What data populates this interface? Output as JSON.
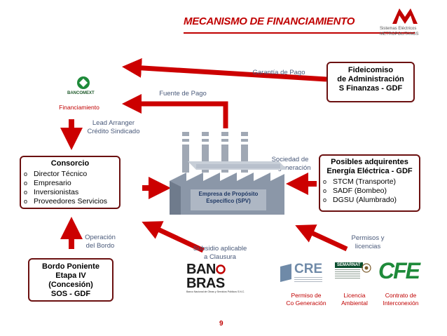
{
  "title": "MECANISMO DE FINANCIAMIENTO",
  "brand": {
    "line1": "Sistemas Eléctricos",
    "line2": "METROPOLITANOS",
    "color": "#c00000"
  },
  "bancomext": {
    "logo_text": "BANCOMEXT",
    "caption": "Financiamiento"
  },
  "lead_arranger": {
    "line1": "Lead Arranger",
    "line2": "Crédito Sindicado"
  },
  "consorcio": {
    "title": "Consorcio",
    "items": [
      "Director Técnico",
      "Empresario",
      "Inversionistas",
      "Proveedores Servicios"
    ]
  },
  "operacion": {
    "line1": "Operación",
    "line2": "del Bordo"
  },
  "bordo": {
    "line1": "Bordo Poniente",
    "line2": "Etapa IV",
    "line3": "(Concesión)",
    "line4": "SOS - GDF"
  },
  "fuente_pago": "Fuente de Pago",
  "garantia_pago": "Garantía de Pago",
  "fideicomiso": {
    "line1": "Fideicomiso",
    "line2": "de Administración",
    "line3": "S Finanzas - GDF"
  },
  "sociedad": {
    "line1": "Sociedad de",
    "line2": "Cogeneración"
  },
  "factory": {
    "line1": "Empresa de Propósito",
    "line2": "Específico (SPV)"
  },
  "adquirentes": {
    "title1": "Posibles adquirentes",
    "title2": "Energía Eléctrica - GDF",
    "items": [
      "STCM (Transporte)",
      "SADF (Bombeo)",
      "DGSU (Alumbrado)"
    ]
  },
  "subsidio": {
    "line1": "Subsidio aplicable",
    "line2": "a Clausura"
  },
  "banobras": {
    "logo_text": "BAN",
    "logo_text2": "BRAS",
    "subtitle": "Banco Nacional de Obras y Servicios Públicos S.N.C."
  },
  "permisos": {
    "line1": "Permisos y",
    "line2": "licencias"
  },
  "cre_logo": "CRE",
  "semarnat_logo": "SEMARNAT",
  "cfe_logo": "CFE",
  "permiso_gen": {
    "line1": "Permiso de",
    "line2": "Co Generación"
  },
  "licencia": {
    "line1": "Licencia",
    "line2": "Ambiental"
  },
  "contrato": {
    "line1": "Contrato de",
    "line2": "Interconexión"
  },
  "page_number": "9",
  "colors": {
    "arrow": "#cc0000",
    "box_border": "#6b1010",
    "label": "#4a5a7a",
    "factory": "#8b97a8"
  }
}
